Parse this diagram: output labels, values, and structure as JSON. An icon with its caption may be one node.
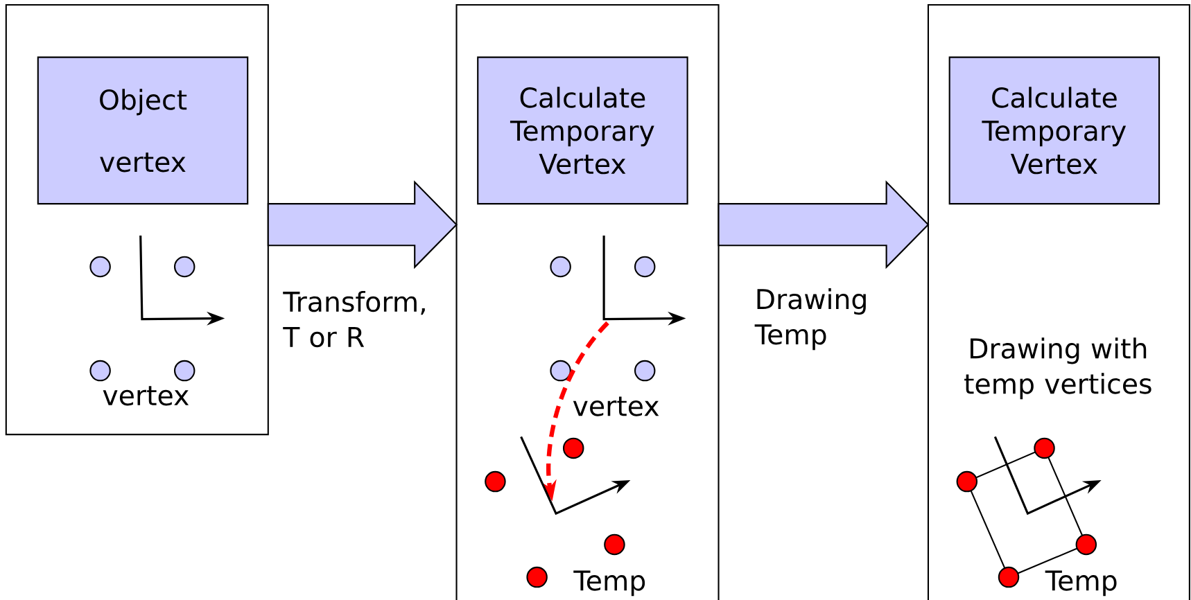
{
  "diagram": {
    "nodes": [
      {
        "text": [],
        "shape": "box"
      },
      {
        "text": [
          "Object",
          "vertex"
        ],
        "in": 0
      },
      {
        "text": [],
        "shape": "box"
      },
      {
        "text": [
          "Calculate Temporary Vertex"
        ],
        "in": 2
      },
      {
        "text": [],
        "shape": "box"
      },
      {
        "text": [
          "Calculate Temporary Vertex"
        ],
        "in": 4
      }
    ],
    "edges": [
      {
        "from": 0,
        "to": 2,
        "arrow": "to",
        "label": "Transform, T or R"
      },
      {
        "from": 2,
        "to": 4,
        "arrow": "to",
        "label": "Drawing Temp"
      }
    ],
    "labels": [
      "vertex",
      "vertex",
      "Temp",
      "Drawing with temp vertices",
      "Temp"
    ]
  }
}
